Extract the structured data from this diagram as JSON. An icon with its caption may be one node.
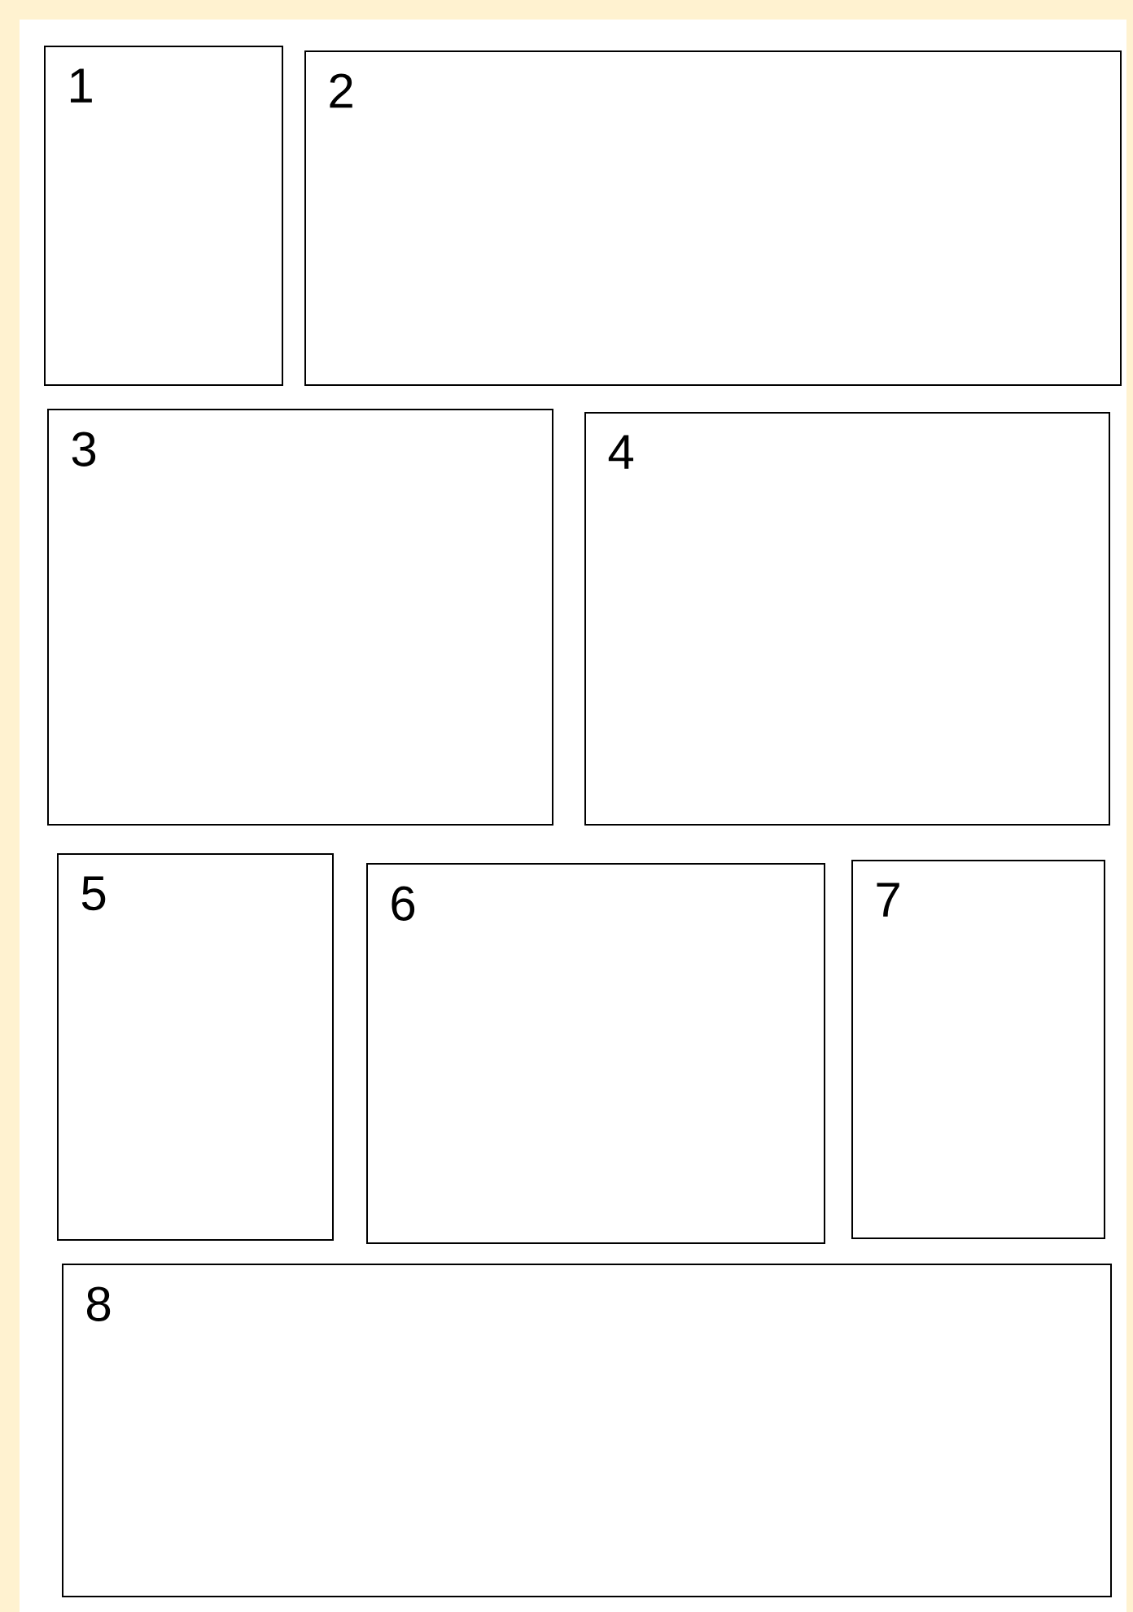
{
  "diagram": {
    "nodes": [
      {
        "text": [
          "1"
        ]
      },
      {
        "text": [
          "2"
        ]
      },
      {
        "text": [
          "3"
        ]
      },
      {
        "text": [
          "4"
        ]
      },
      {
        "text": [
          "5"
        ]
      },
      {
        "text": [
          "6"
        ]
      },
      {
        "text": [
          "7"
        ]
      },
      {
        "text": [
          "8"
        ]
      }
    ]
  }
}
